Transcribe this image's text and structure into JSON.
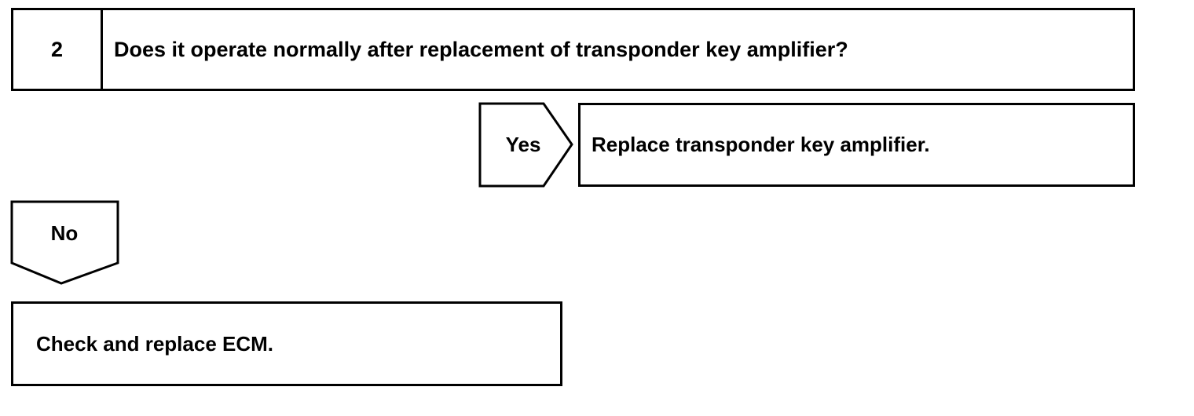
{
  "step": {
    "number": "2",
    "question": "Does it operate normally after replacement of transponder key amplifier?"
  },
  "yes": {
    "label": "Yes",
    "action": "Replace transponder key amplifier."
  },
  "no": {
    "label": "No",
    "action": "Check and replace ECM."
  }
}
